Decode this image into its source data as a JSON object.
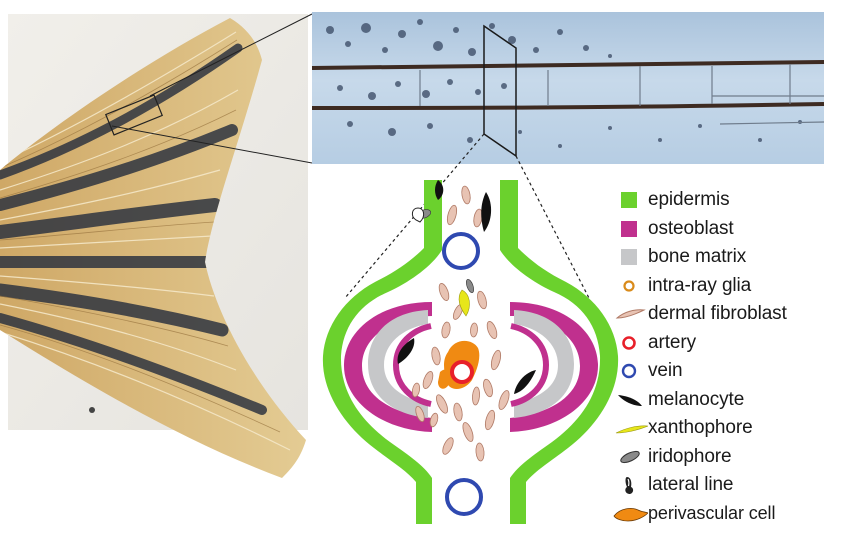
{
  "colors": {
    "epidermis": "#6bd12d",
    "osteoblast": "#c0308e",
    "bone_matrix": "#c6c7c9",
    "intra_ray_glia": "#d98b1b",
    "dermal_fibroblast": "#e8c3b3",
    "artery": "#e8202a",
    "vein": "#2f49b0",
    "melanocyte": "#111111",
    "xanthophore": "#e7e61a",
    "iridophore": "#8a8a8a",
    "lateral_line": "#222222",
    "perivascular_cell": "#f08a12"
  },
  "legend": {
    "items": [
      {
        "label": "epidermis",
        "icon": "green-square-icon"
      },
      {
        "label": "osteoblast",
        "icon": "magenta-square-icon"
      },
      {
        "label": "bone matrix",
        "icon": "gray-square-icon"
      },
      {
        "label": "intra-ray glia",
        "icon": "orange-ring-icon"
      },
      {
        "label": "dermal fibroblast",
        "icon": "fibroblast-icon"
      },
      {
        "label": "artery",
        "icon": "red-ring-icon"
      },
      {
        "label": "vein",
        "icon": "blue-ring-icon"
      },
      {
        "label": "melanocyte",
        "icon": "melanocyte-icon"
      },
      {
        "label": "xanthophore",
        "icon": "xanthophore-icon"
      },
      {
        "label": "iridophore",
        "icon": "iridophore-icon"
      },
      {
        "label": "lateral line",
        "icon": "lateral-line-icon"
      },
      {
        "label": "perivascular cell",
        "icon": "perivascular-cell-icon"
      }
    ]
  }
}
